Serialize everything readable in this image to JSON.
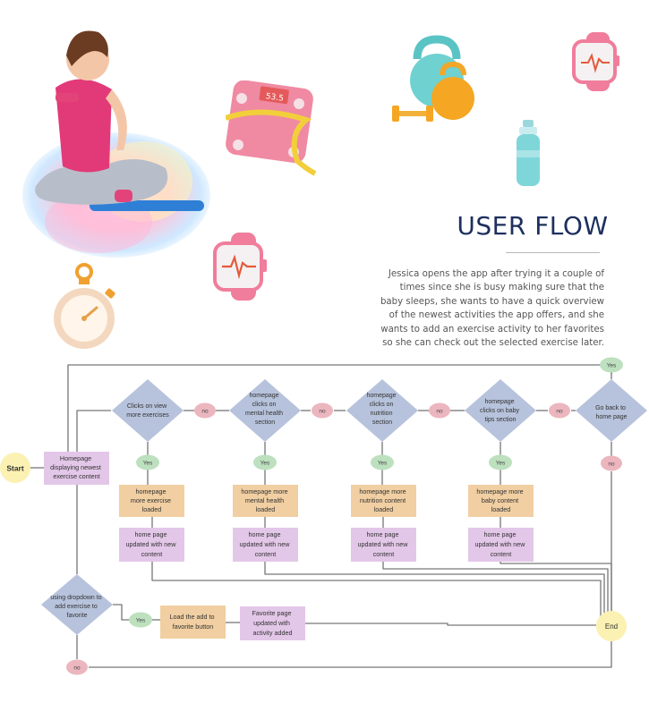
{
  "header": {
    "title": "USER FLOW",
    "description": "Jessica opens the app after trying it a couple of times since she is busy making sure that the baby sleeps, she wants to have a quick overview of the newest activities the app offers, and she wants to add an exercise activity to her favorites so she can check out the selected exercise later."
  },
  "illustrations": {
    "scale_display": "53.5",
    "items": [
      "woman-with-dumbbells-illustration",
      "scale-with-tape-illustration",
      "kettlebell-icon",
      "smartwatch-icon",
      "water-bottle-icon",
      "stopwatch-icon"
    ]
  },
  "colors": {
    "decision": "#b7c3dc",
    "process_orange": "#f1cfa2",
    "process_purple": "#e3c7e8",
    "yes": "#bde0bf",
    "no": "#ecb6bf",
    "terminal": "#fbf1b2",
    "line": "#777777",
    "title": "#1c2f5e"
  },
  "flow": {
    "start": "Start",
    "end": "End",
    "homepage": [
      "Homepage",
      "displaying newest",
      "exercise content"
    ],
    "decisions": [
      [
        "Clicks  on view",
        "more exercises"
      ],
      [
        "homepage",
        "clicks on",
        "mental health",
        "section"
      ],
      [
        "homepage",
        "clicks on",
        "nutrition",
        "section"
      ],
      [
        "homepage",
        "clicks on baby",
        "tips section"
      ],
      [
        "Go back to",
        "home page"
      ]
    ],
    "loaded": [
      [
        "homepage",
        "more exercise",
        "loaded"
      ],
      [
        "homepage more",
        "mental health",
        "loaded"
      ],
      [
        "homepage more",
        "nutrition content",
        "loaded"
      ],
      [
        "homepage more",
        "baby content",
        "loaded"
      ]
    ],
    "updated": [
      [
        "home page",
        "updated with new",
        "content"
      ],
      [
        "home page",
        "updated with new",
        "content"
      ],
      [
        "home page",
        "updated with new",
        "content"
      ],
      [
        "home page",
        "updated with new",
        "content"
      ]
    ],
    "dropdown_decision": [
      "using dropdown to",
      "add exercise to",
      "favorite"
    ],
    "load_add": [
      "Load the add to",
      "favorite button"
    ],
    "favorite_updated": [
      "Favorite page",
      "updated with",
      "activity added"
    ],
    "yes": "Yes",
    "no": "no"
  }
}
